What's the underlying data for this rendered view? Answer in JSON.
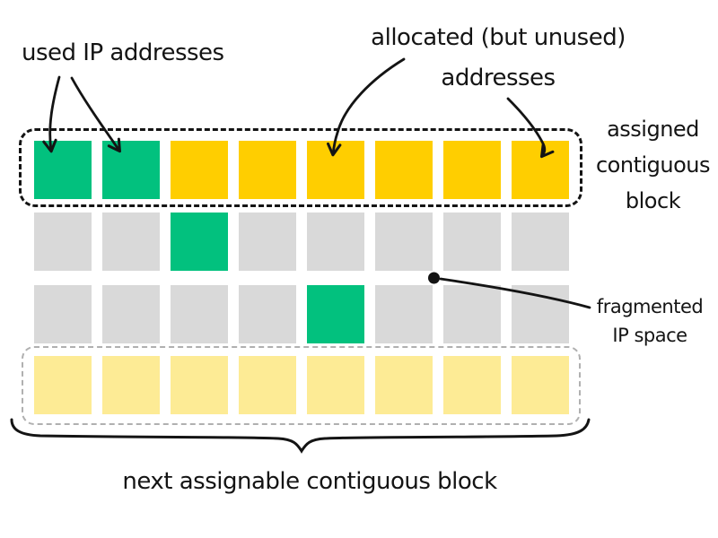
{
  "labels": {
    "used_ip": "used IP addresses",
    "allocated_line1": "allocated (but unused)",
    "allocated_line2": "addresses",
    "assigned_block": "assigned contiguous block",
    "fragmented_line1": "fragmented",
    "fragmented_line2": "IP space",
    "next_block": "next assignable contiguous block"
  },
  "grid": {
    "columns": 8,
    "rows": [
      {
        "name": "assigned-contiguous-block-row",
        "cells": [
          "used",
          "used",
          "allocated",
          "allocated",
          "allocated",
          "allocated",
          "allocated",
          "allocated"
        ]
      },
      {
        "name": "fragmented-row-a",
        "cells": [
          "free",
          "free",
          "used",
          "free",
          "free",
          "free",
          "free",
          "free"
        ]
      },
      {
        "name": "fragmented-row-b",
        "cells": [
          "free",
          "free",
          "free",
          "free",
          "used",
          "free",
          "free",
          "free"
        ]
      },
      {
        "name": "next-assignable-block-row",
        "cells": [
          "next",
          "next",
          "next",
          "next",
          "next",
          "next",
          "next",
          "next"
        ]
      }
    ]
  },
  "colors": {
    "used": "#02c17e",
    "allocated": "#ffce00",
    "free": "#d9d9d9",
    "next": "#fdeb95",
    "assigned_border": "#141414",
    "next_border": "#b0b0b0",
    "ink": "#141414"
  }
}
